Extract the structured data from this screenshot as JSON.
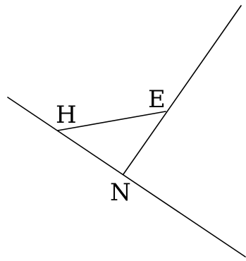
{
  "diagram": {
    "points": {
      "H": {
        "label": "H"
      },
      "E": {
        "label": "E"
      },
      "N": {
        "label": "N"
      }
    },
    "segments": [
      {
        "from": "H",
        "to": "E"
      },
      {
        "from": "E",
        "to": "N"
      }
    ],
    "colors": {
      "stroke": "#000000",
      "background": "#ffffff"
    }
  }
}
